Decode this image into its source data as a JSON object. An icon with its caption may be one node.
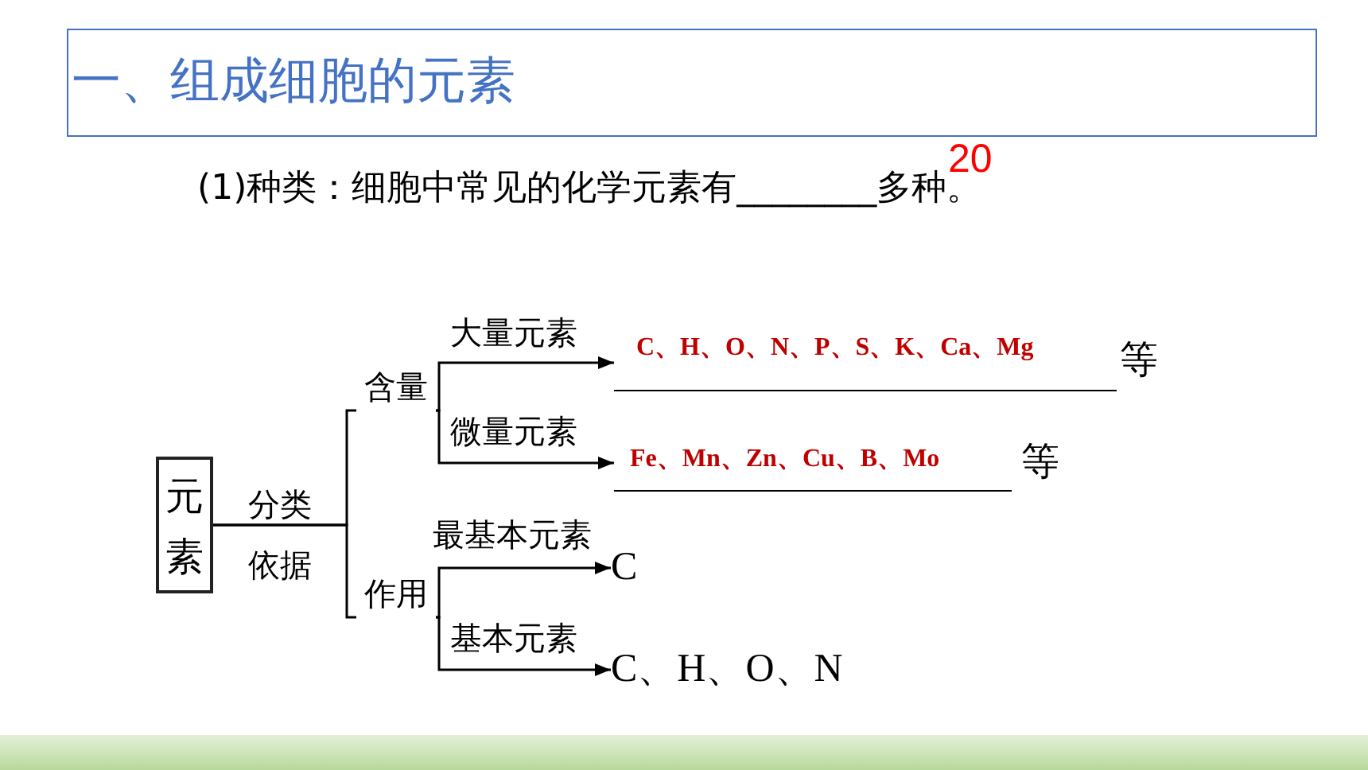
{
  "diagram": {
    "title": "一、组成细胞的元素",
    "nodes": [
      {
        "text": [
          "元素"
        ]
      },
      {
        "text": [
          "含量"
        ]
      },
      {
        "text": [
          "作用"
        ]
      },
      {
        "text": [
          "C、H、O、N、P、S、K、Ca、Mg"
        ],
        "beside": [
          "等"
        ]
      },
      {
        "text": [
          "Fe、Mn、Zn、Cu、B、Mo"
        ],
        "beside": [
          "等"
        ]
      },
      {
        "text": [
          "C"
        ]
      },
      {
        "text": [
          "C、H、O、N"
        ]
      }
    ],
    "edges": [
      {
        "from": 0,
        "to": 1,
        "arrow": "none",
        "label": "分类依据"
      },
      {
        "from": 0,
        "to": 2,
        "arrow": "none"
      },
      {
        "from": 1,
        "to": 3,
        "arrow": "to",
        "label": "大量元素"
      },
      {
        "from": 1,
        "to": 4,
        "arrow": "to",
        "label": "微量元素"
      },
      {
        "from": 2,
        "to": 5,
        "arrow": "to",
        "label": "最基本元素"
      },
      {
        "from": 2,
        "to": 6,
        "arrow": "to",
        "label": "基本元素"
      }
    ],
    "labels": [
      "(1)种类：细胞中常见的化学元素有________多种。",
      "20"
    ]
  }
}
